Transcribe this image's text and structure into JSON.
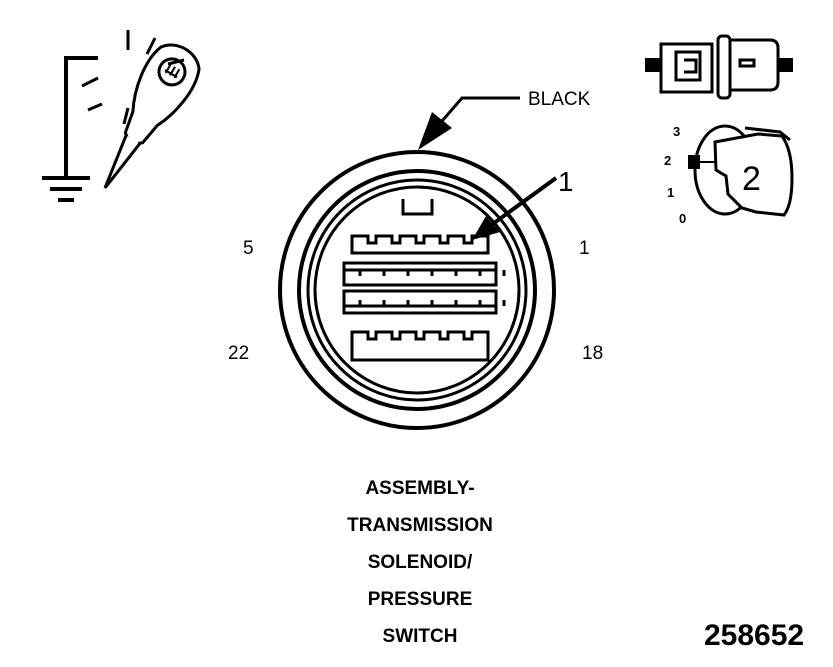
{
  "colors": {
    "ink": "#000000",
    "paper": "#ffffff"
  },
  "labels": {
    "wire_color": "BLACK",
    "callout_1": "1",
    "pin_5": "5",
    "pin_1": "1",
    "pin_22": "22",
    "pin_18": "18"
  },
  "key_scale": {
    "3": "3",
    "2": "2",
    "1": "1",
    "0": "0",
    "key_position": "2"
  },
  "title": {
    "line1": "ASSEMBLY-",
    "line2": "TRANSMISSION",
    "line3": "SOLENOID/",
    "line4": "PRESSURE",
    "line5": "SWITCH"
  },
  "figure_number": "258652",
  "icons": [
    "test-light-icon",
    "ground-symbol-icon",
    "harness-connector-icon",
    "ignition-key-icon"
  ]
}
